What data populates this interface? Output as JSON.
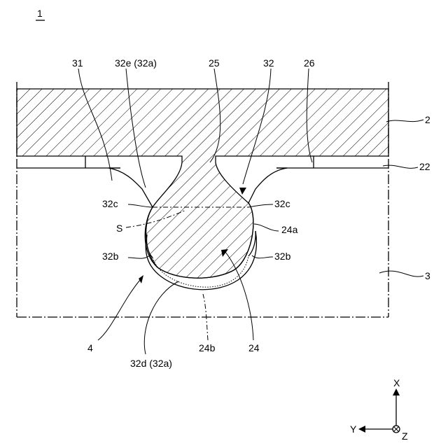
{
  "figure": {
    "number": "1",
    "labels": {
      "l31": "31",
      "l32e": "32e (32a)",
      "l25": "25",
      "l32": "32",
      "l26": "26",
      "l2": "2",
      "l22": "22",
      "l32c_left": "32c",
      "l32c_right": "32c",
      "lS": "S",
      "l24a": "24a",
      "l32b_left": "32b",
      "l32b_right": "32b",
      "l3": "3",
      "l4": "4",
      "l32d": "32d (32a)",
      "l24b": "24b",
      "l24": "24"
    },
    "axes": {
      "x": "X",
      "y": "Y",
      "z": "Z"
    }
  }
}
